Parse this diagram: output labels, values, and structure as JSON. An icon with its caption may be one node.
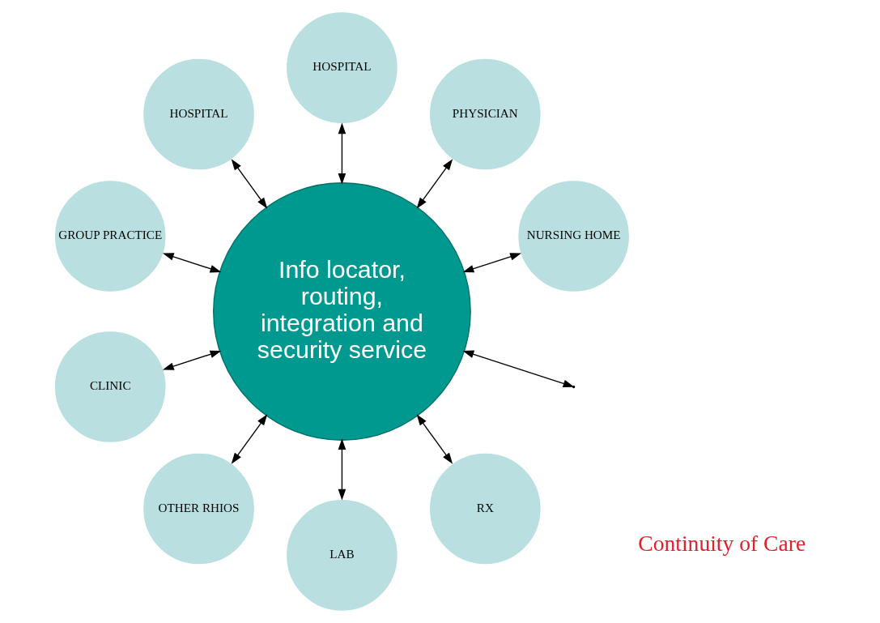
{
  "diagram": {
    "nodes": [
      {
        "text": [
          "NURSING HOME"
        ]
      },
      {
        "text": [
          "PHYSICIAN"
        ]
      },
      {
        "text": [
          "HOSPITAL"
        ]
      },
      {
        "text": [
          "HOSPITAL"
        ]
      },
      {
        "text": [
          "GROUP PRACTICE"
        ]
      },
      {
        "text": [
          "CLINIC"
        ]
      },
      {
        "text": [
          "OTHER RHIOS"
        ]
      },
      {
        "text": [
          "LAB"
        ]
      },
      {
        "text": [
          "RX"
        ]
      },
      {
        "text": [
          "Info locator, routing, integration and security service"
        ]
      }
    ],
    "edges": [
      {
        "from": 9,
        "to": 0,
        "arrow": "both"
      },
      {
        "from": 9,
        "to": 1,
        "arrow": "both"
      },
      {
        "from": 9,
        "to": 2,
        "arrow": "both"
      },
      {
        "from": 9,
        "to": 3,
        "arrow": "both"
      },
      {
        "from": 9,
        "to": 4,
        "arrow": "both"
      },
      {
        "from": 9,
        "to": 5,
        "arrow": "both"
      },
      {
        "from": 9,
        "to": 6,
        "arrow": "both"
      },
      {
        "from": 9,
        "to": 7,
        "arrow": "both"
      },
      {
        "from": 9,
        "to": 8,
        "arrow": "both"
      },
      {
        "from": 9,
        "to": null,
        "arrow": "both"
      }
    ],
    "labels": [
      "Continuity of Care"
    ]
  }
}
